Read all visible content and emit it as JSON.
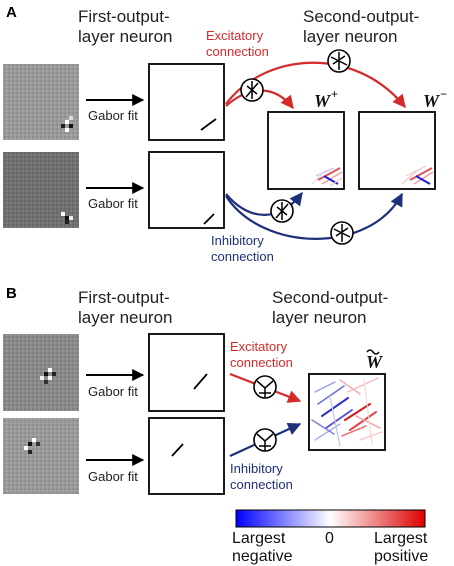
{
  "panel_a": {
    "letter": "A",
    "first_heading_line1": "First-output-",
    "first_heading_line2": "layer neuron",
    "second_heading_line1": "Second-output-",
    "second_heading_line2": "layer neuron",
    "excitatory_line1": "Excitatory",
    "excitatory_line2": "connection",
    "inhibitory_line1": "Inhibitory",
    "inhibitory_line2": "connection",
    "gabor_fit_1": "Gabor fit",
    "gabor_fit_2": "Gabor fit",
    "w_plus_base": "W",
    "w_plus_sup": "+",
    "w_minus_base": "W",
    "w_minus_sup": "−"
  },
  "panel_b": {
    "letter": "B",
    "first_heading_line1": "First-output-",
    "first_heading_line2": "layer neuron",
    "second_heading_line1": "Second-output-",
    "second_heading_line2": "layer neuron",
    "excitatory_line1": "Excitatory",
    "excitatory_line2": "connection",
    "inhibitory_line1": "Inhibitory",
    "inhibitory_line2": "connection",
    "gabor_fit_1": "Gabor fit",
    "gabor_fit_2": "Gabor fit",
    "w_tilde": "W"
  },
  "colorbar": {
    "left_line1": "Largest",
    "left_line2": "negative",
    "center": "0",
    "right_line1": "Largest",
    "right_line2": "positive",
    "negative_color": "#0000ff",
    "positive_color": "#dd0000"
  },
  "colors": {
    "excitatory": "#d42a2a",
    "inhibitory": "#1f2f7a"
  }
}
